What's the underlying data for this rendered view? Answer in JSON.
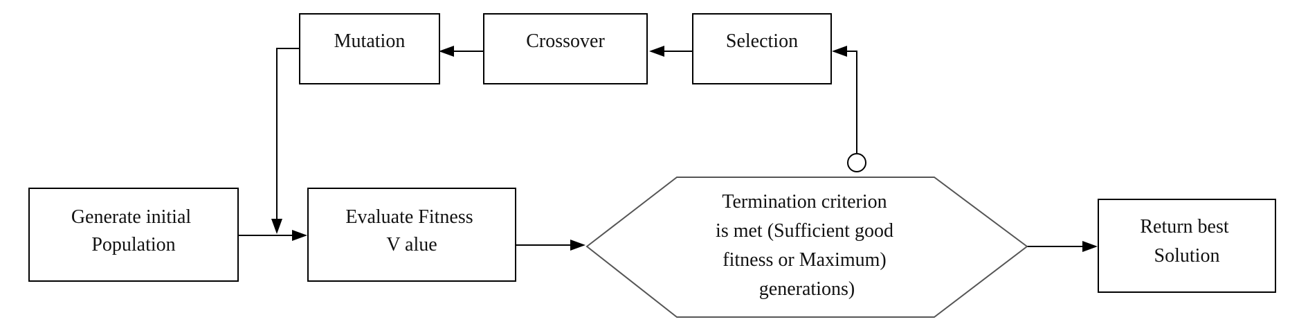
{
  "nodes": {
    "mutation": {
      "lines": [
        "Mutation"
      ]
    },
    "crossover": {
      "lines": [
        "Crossover"
      ]
    },
    "selection": {
      "lines": [
        "Selection"
      ]
    },
    "generate": {
      "lines": [
        "Generate initial",
        "Population"
      ]
    },
    "evaluate": {
      "lines": [
        "Evaluate Fitness",
        "V alue"
      ]
    },
    "termination": {
      "lines": [
        "Termination criterion",
        "is met (Sufficient good",
        "fitness or Maximum)",
        "generations)"
      ]
    },
    "return": {
      "lines": [
        "Return best",
        "Solution"
      ]
    }
  },
  "colors": {
    "stroke": "#000000",
    "hexagon_stroke": "#555555",
    "fill": "#ffffff"
  }
}
